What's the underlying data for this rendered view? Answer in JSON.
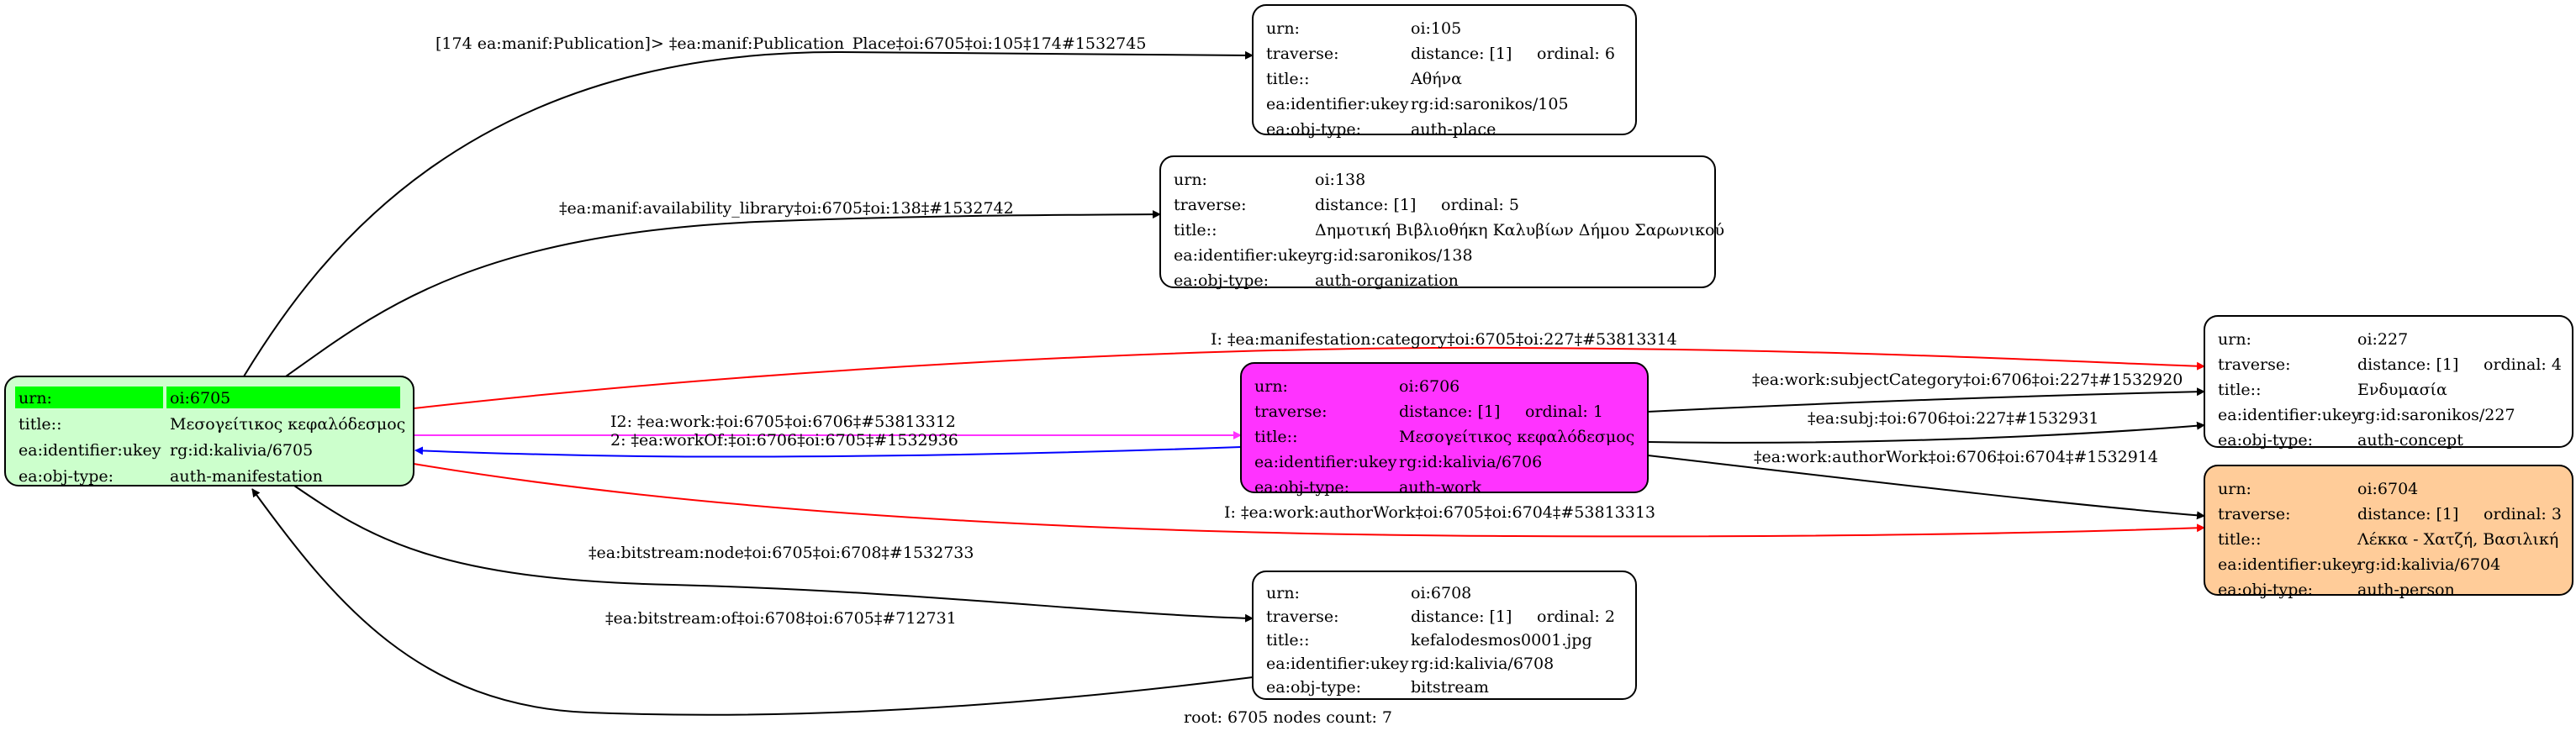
{
  "footer": "root: 6705 nodes count: 7",
  "colors": {
    "root_fill": "#ccffcc",
    "root_header": "#00ff00",
    "work_fill": "#ff33ff",
    "person_fill": "#ffcc99",
    "default_fill": "#ffffff",
    "edge_black": "#000000",
    "edge_red": "#ff0000",
    "edge_magenta": "#ff33ff",
    "edge_blue": "#0000ff"
  },
  "nodes": {
    "n6705": {
      "rows": [
        {
          "k": "urn:",
          "v": "oi:6705"
        },
        {
          "k": "title::",
          "v": "Μεσογείτικος κεφαλόδεσμος"
        },
        {
          "k": "ea:identifier:ukey",
          "v": "rg:id:kalivia/6705"
        },
        {
          "k": "ea:obj-type:",
          "v": "auth-manifestation"
        }
      ]
    },
    "n105": {
      "rows": [
        {
          "k": "urn:",
          "v": "oi:105"
        },
        {
          "k": "traverse:",
          "v": "distance: [1]",
          "extra": "ordinal: 6"
        },
        {
          "k": "title::",
          "v": "Αθήνα"
        },
        {
          "k": "ea:identifier:ukey",
          "v": "rg:id:saronikos/105"
        },
        {
          "k": "ea:obj-type:",
          "v": "auth-place"
        }
      ]
    },
    "n138": {
      "rows": [
        {
          "k": "urn:",
          "v": "oi:138"
        },
        {
          "k": "traverse:",
          "v": "distance: [1]",
          "extra": "ordinal: 5"
        },
        {
          "k": "title::",
          "v": "Δημοτική Βιβλιοθήκη Καλυβίων Δήμου Σαρωνικού"
        },
        {
          "k": "ea:identifier:ukey",
          "v": "rg:id:saronikos/138"
        },
        {
          "k": "ea:obj-type:",
          "v": "auth-organization"
        }
      ]
    },
    "n6706": {
      "rows": [
        {
          "k": "urn:",
          "v": "oi:6706"
        },
        {
          "k": "traverse:",
          "v": "distance: [1]",
          "extra": "ordinal: 1"
        },
        {
          "k": "title::",
          "v": "Μεσογείτικος κεφαλόδεσμος"
        },
        {
          "k": "ea:identifier:ukey",
          "v": "rg:id:kalivia/6706"
        },
        {
          "k": "ea:obj-type:",
          "v": "auth-work"
        }
      ]
    },
    "n227": {
      "rows": [
        {
          "k": "urn:",
          "v": "oi:227"
        },
        {
          "k": "traverse:",
          "v": "distance: [1]",
          "extra": "ordinal: 4"
        },
        {
          "k": "title::",
          "v": "Ενδυμασία"
        },
        {
          "k": "ea:identifier:ukey",
          "v": "rg:id:saronikos/227"
        },
        {
          "k": "ea:obj-type:",
          "v": "auth-concept"
        }
      ]
    },
    "n6704": {
      "rows": [
        {
          "k": "urn:",
          "v": "oi:6704"
        },
        {
          "k": "traverse:",
          "v": "distance: [1]",
          "extra": "ordinal: 3"
        },
        {
          "k": "title::",
          "v": "Λέκκα - Χατζή, Βασιλική"
        },
        {
          "k": "ea:identifier:ukey",
          "v": "rg:id:kalivia/6704"
        },
        {
          "k": "ea:obj-type:",
          "v": "auth-person"
        }
      ]
    },
    "n6708": {
      "rows": [
        {
          "k": "urn:",
          "v": "oi:6708"
        },
        {
          "k": "traverse:",
          "v": "distance: [1]",
          "extra": "ordinal: 2"
        },
        {
          "k": "title::",
          "v": "kefalodesmos0001.jpg"
        },
        {
          "k": "ea:identifier:ukey",
          "v": "rg:id:kalivia/6708"
        },
        {
          "k": "ea:obj-type:",
          "v": "bitstream"
        }
      ]
    }
  },
  "edges": {
    "e_pubplace": "[174 ea:manif:Publication]> ‡ea:manif:Publication_Place‡oi:6705‡oi:105‡174#1532745",
    "e_library": "‡ea:manif:availability_library‡oi:6705‡oi:138‡#1532742",
    "e_category": "I: ‡ea:manifestation:category‡oi:6705‡oi:227‡#53813314",
    "e_work": "I2: ‡ea:work:‡oi:6705‡oi:6706‡#53813312",
    "e_workof": "2: ‡ea:workOf:‡oi:6706‡oi:6705‡#1532936",
    "e_subjcat": "‡ea:work:subjectCategory‡oi:6706‡oi:227‡#1532920",
    "e_subj": "‡ea:subj:‡oi:6706‡oi:227‡#1532931",
    "e_authorwork": "‡ea:work:authorWork‡oi:6706‡oi:6704‡#1532914",
    "e_authorwork_inv": "I: ‡ea:work:authorWork‡oi:6705‡oi:6704‡#53813313",
    "e_bsnode": "‡ea:bitstream:node‡oi:6705‡oi:6708‡#1532733",
    "e_bsof": "‡ea:bitstream:of‡oi:6708‡oi:6705‡#712731"
  }
}
